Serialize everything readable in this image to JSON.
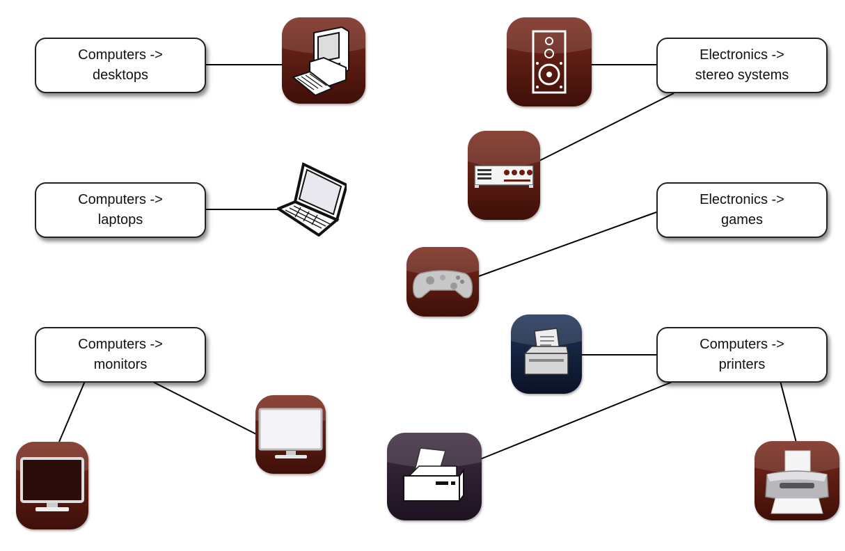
{
  "categories": {
    "desktops": {
      "line1": "Computers ->",
      "line2": "desktops"
    },
    "laptops": {
      "line1": "Computers ->",
      "line2": "laptops"
    },
    "monitors": {
      "line1": "Computers ->",
      "line2": "monitors"
    },
    "stereo": {
      "line1": "Electronics ->",
      "line2": "stereo systems"
    },
    "games": {
      "line1": "Electronics ->",
      "line2": "games"
    },
    "printers": {
      "line1": "Computers ->",
      "line2": "printers"
    }
  },
  "colors": {
    "tile_brown": "#5a1810",
    "tile_navy": "#0e1a36",
    "tile_dark_purple": "#261a28",
    "box_border": "#222222",
    "connector": "#000000"
  },
  "icons": {
    "desktop": "desktop-computer-icon",
    "laptop": "laptop-icon",
    "monitor_dark": "monitor-icon",
    "monitor_white": "monitor-icon",
    "speaker": "speaker-icon",
    "receiver": "stereo-receiver-icon",
    "gamepad": "gamepad-icon",
    "printer_navy": "printer-icon",
    "printer_purple": "printer-icon",
    "printer_photo": "printer-icon"
  }
}
